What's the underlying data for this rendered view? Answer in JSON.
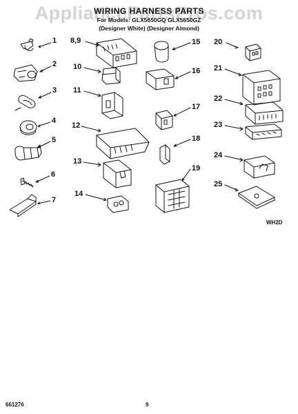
{
  "header": {
    "watermark": "AppliancePartsPros.com",
    "title": "WIRING HARNESS PARTS",
    "models": "For Models: GLX5650GQ GLX5650GZ",
    "colors": "(Designer White) (Designer Almond)"
  },
  "callouts": [
    "1",
    "2",
    "3",
    "4",
    "5",
    "6",
    "7",
    "8,9",
    "10",
    "11",
    "12",
    "13",
    "14",
    "15",
    "16",
    "17",
    "18",
    "19",
    "20",
    "21",
    "22",
    "23",
    "24",
    "25"
  ],
  "figure_code": "WH2D",
  "footer": {
    "doc_number": "661276",
    "page_number": "9"
  }
}
